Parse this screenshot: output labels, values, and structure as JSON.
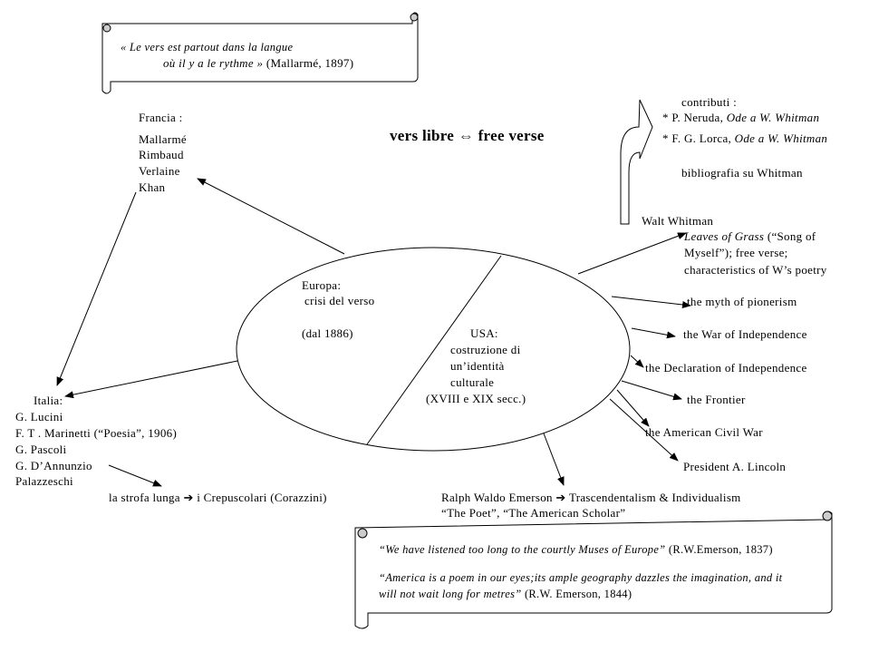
{
  "title": {
    "left": "vers libre",
    "symbol": "⇔",
    "right": "free verse"
  },
  "mallarme_quote": {
    "line1": "« Le vers est partout dans la langue",
    "line2": "où il y a le rythme »",
    "source": "(Mallarmé, 1897)"
  },
  "francia": {
    "label": "Francia :",
    "names": [
      "Mallarmé",
      "Rimbaud",
      "Verlaine",
      "Khan"
    ]
  },
  "italia": {
    "label": "Italia:",
    "names": [
      "G. Lucini",
      "F. T . Marinetti (“Poesia”, 1906)",
      "G. Pascoli",
      "G. D’Annunzio",
      "Palazzeschi"
    ]
  },
  "strofa": {
    "left": "la strofa lunga",
    "arrow": "➔",
    "right": "i Crepuscolari (Corazzini)"
  },
  "europa": {
    "label": "Europa:",
    "line2": "crisi del verso",
    "line3": "(dal 1886)"
  },
  "usa": {
    "label": "USA:",
    "lines": [
      "costruzione di",
      "un’identità",
      "culturale",
      "(XVIII e XIX secc.)"
    ]
  },
  "contributi": {
    "label": "contributi :",
    "items": [
      {
        "author": "* P. Neruda,",
        "work": "Ode a W. Whitman"
      },
      {
        "author": "* F. G. Lorca,",
        "work": "Ode a W. Whitman"
      }
    ],
    "bibliography": "bibliografia su Whitman"
  },
  "whitman": {
    "name": "Walt Whitman",
    "work": "Leaves of Grass",
    "rest1": " (“Song of",
    "line2": "Myself”); free verse;",
    "line3": "characteristics of W’s poetry"
  },
  "usa_topics": [
    "the myth of pionerism",
    "the War of Independence",
    "the Declaration of Independence",
    "the Frontier",
    "the American  Civil War",
    "President A. Lincoln"
  ],
  "emerson": {
    "name": "Ralph Waldo Emerson",
    "arrow": "➔",
    "movement": "Trascendentalism & Individualism",
    "works": "“The Poet”, “The American Scholar”"
  },
  "emerson_quotes": {
    "q1": "“We have listened too long to the courtly Muses of Europe”",
    "q1_source": "(R.W.Emerson, 1837)",
    "q2_line1": "“America is a poem in our eyes;its ample geography dazzles the imagination, and it",
    "q2_line2": "will not wait long for metres”",
    "q2_source": "(R.W. Emerson, 1844)"
  }
}
